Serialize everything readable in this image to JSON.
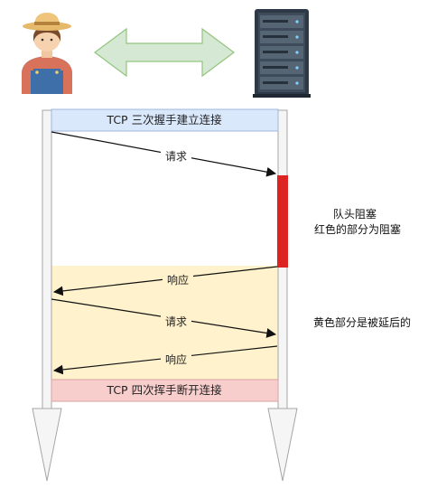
{
  "diagram": {
    "handshake_label": "TCP 三次握手建立连接",
    "teardown_label": "TCP 四次挥手断开连接",
    "messages": [
      {
        "label": "请求",
        "direction": "client-to-server"
      },
      {
        "label": "响应",
        "direction": "server-to-client"
      },
      {
        "label": "请求",
        "direction": "client-to-server"
      },
      {
        "label": "响应",
        "direction": "server-to-client"
      }
    ],
    "notes": {
      "hol_line1": "队头阻塞",
      "hol_line2": "红色的部分为阻塞",
      "delay": "黄色部分是被延后的"
    },
    "icons": {
      "client": "farmer-avatar-icon",
      "server": "server-rack-icon",
      "link": "double-arrow-icon"
    },
    "colors": {
      "handshake_fill": "#dae8fc",
      "handshake_stroke": "#9fb7d8",
      "teardown_fill": "#f8cecc",
      "teardown_stroke": "#d7a4a2",
      "delayed_fill": "#fff2cc",
      "blocking": "#dd2222",
      "link_fill": "#d5e8d4",
      "link_stroke": "#93c47d"
    }
  }
}
